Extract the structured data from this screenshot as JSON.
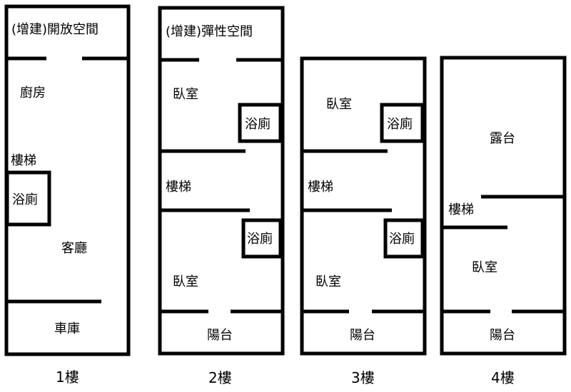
{
  "floors": [
    {
      "floor_label": "1樓",
      "rooms": {
        "open_space": "(增建)開放空間",
        "kitchen": "廚房",
        "stairs": "樓梯",
        "bathroom": "浴廁",
        "living_room": "客廳",
        "garage": "車庫"
      }
    },
    {
      "floor_label": "2樓",
      "rooms": {
        "flex_space": "(增建)彈性空間",
        "bedroom_a": "臥室",
        "bathroom_a": "浴廁",
        "stairs": "樓梯",
        "bathroom_b": "浴廁",
        "bedroom_b": "臥室",
        "balcony": "陽台"
      }
    },
    {
      "floor_label": "3樓",
      "rooms": {
        "bedroom_a": "臥室",
        "bathroom_a": "浴廁",
        "stairs": "樓梯",
        "bathroom_b": "浴廁",
        "bedroom_b": "臥室",
        "balcony": "陽台"
      }
    },
    {
      "floor_label": "4樓",
      "rooms": {
        "terrace": "露台",
        "stairs": "樓梯",
        "bedroom": "臥室",
        "balcony": "陽台"
      }
    }
  ]
}
